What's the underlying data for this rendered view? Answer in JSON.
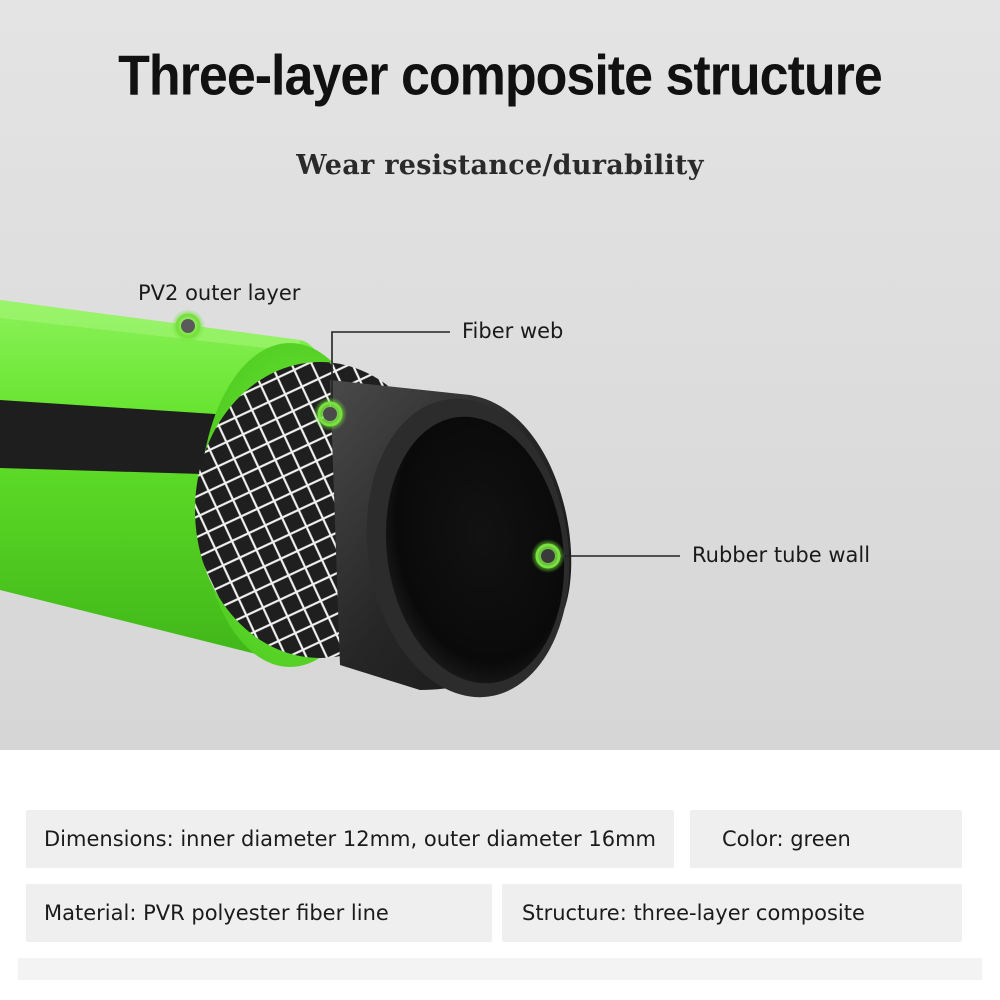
{
  "header": {
    "title": "Three-layer composite structure",
    "subtitle": "Wear resistance/durability"
  },
  "callouts": [
    {
      "id": "outer",
      "label": "PV2 outer layer"
    },
    {
      "id": "fiber",
      "label": "Fiber web"
    },
    {
      "id": "rubber",
      "label": "Rubber tube wall"
    }
  ],
  "specs": {
    "dimensions": "Dimensions: inner diameter 12mm, outer diameter 16mm",
    "color": "Color: green",
    "material": "Material: PVR polyester fiber line",
    "structure": "Structure: three-layer composite"
  },
  "colors": {
    "hose_green": "#62e62a",
    "stripe_black": "#1e1e1e",
    "rubber_black": "#262626",
    "marker_green": "#7be24a"
  }
}
